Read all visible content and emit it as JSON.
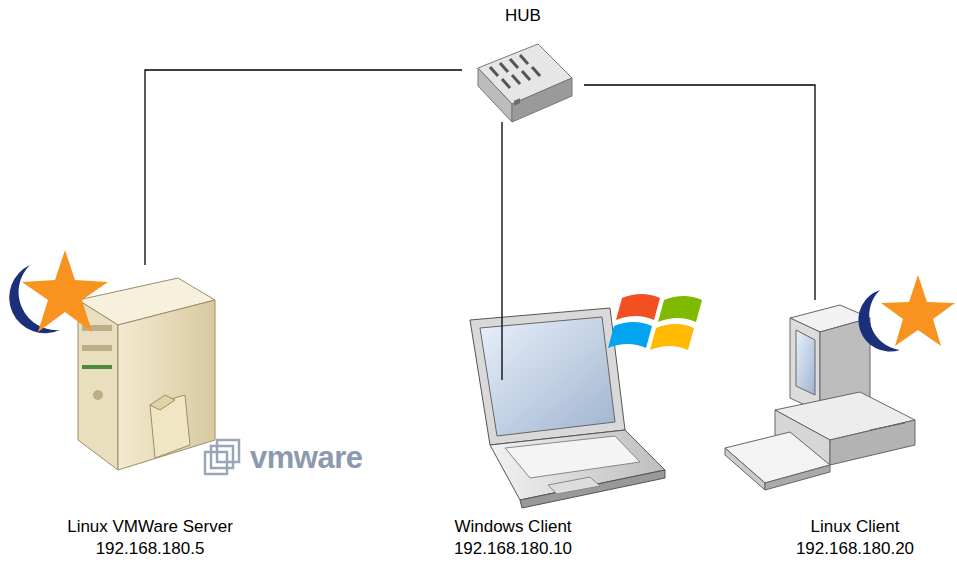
{
  "diagram": {
    "nodes": [
      {
        "text": [
          "HUB"
        ]
      },
      {
        "text": [
          "Linux VMWare Server",
          "192.168.180.5"
        ]
      },
      {
        "text": [
          "Windows Client",
          "192.168.180.10"
        ]
      },
      {
        "text": [
          "Linux Client",
          "192.168.180.20"
        ]
      }
    ],
    "edges": [
      {
        "from": 0,
        "to": 1,
        "arrow": "none"
      },
      {
        "from": 0,
        "to": 2,
        "arrow": "none"
      },
      {
        "from": 0,
        "to": 3,
        "arrow": "none"
      }
    ],
    "labels": [
      "vmware"
    ]
  }
}
